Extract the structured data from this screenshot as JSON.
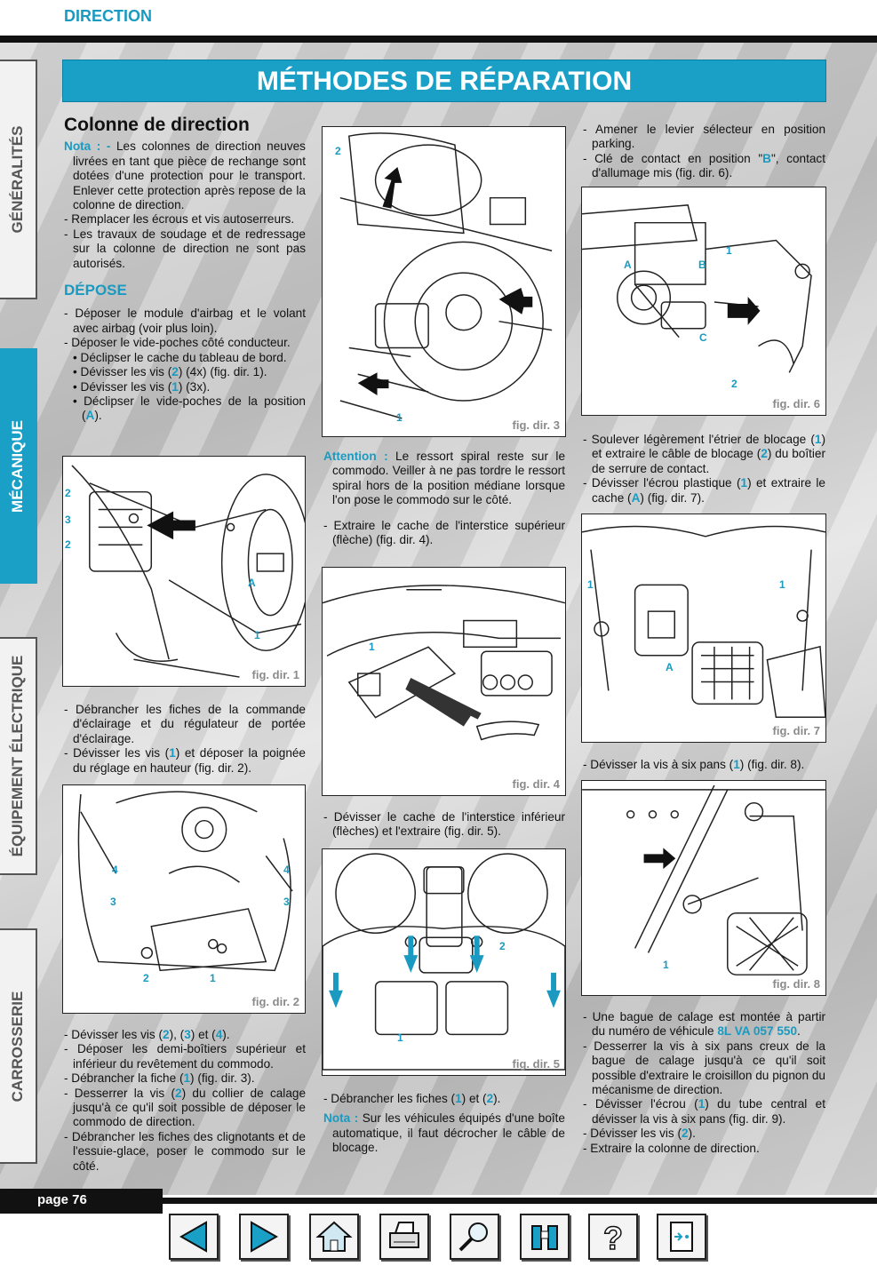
{
  "header": {
    "section": "DIRECTION",
    "title": "MÉTHODES DE RÉPARATION"
  },
  "sidetabs": [
    {
      "label": "GÉNÉRALITÉS"
    },
    {
      "label": "MÉCANIQUE"
    },
    {
      "label": "ÉQUIPEMENT ÉLECTRIQUE"
    },
    {
      "label": "CARROSSERIE"
    }
  ],
  "col1": {
    "heading": "Colonne de direction",
    "nota_label": "Nota : -",
    "nota_text": " Les colonnes de direction neuves livrées en tant que pièce de rechange sont dotées d'une protection pour le transport. Enlever cette protection après repose de la colonne de direction.",
    "items1": [
      "- Remplacer les écrous et vis autoserreurs.",
      "- Les travaux de soudage et de redressage sur la colonne de direction ne sont pas autorisés."
    ],
    "subheading": "DÉPOSE",
    "items2": [
      "- Déposer le module d'airbag et le volant avec airbag (voir plus loin).",
      "- Déposer le vide-poches côté conducteur."
    ],
    "bul1": "• Déclipser le cache du tableau de bord.",
    "bul2_pre": "• Dévisser les vis (",
    "bul2_n": "2",
    "bul2_post": ") (4x) (fig. dir. 1).",
    "bul3_pre": "• Dévisser les vis (",
    "bul3_n": "1",
    "bul3_post": ") (3x).",
    "bul4_pre": "• Déclipser le vide-poches de la position (",
    "bul4_n": "A",
    "bul4_post": ").",
    "items3_1": "- Débrancher les fiches de la commande d'éclairage et du régulateur de portée d'éclairage.",
    "items3_2_pre": "- Dévisser les vis (",
    "items3_2_n": "1",
    "items3_2_post": ") et déposer la poignée du réglage en hauteur (fig. dir. 2).",
    "items4_1_pre": "- Dévisser les vis (",
    "items4_1_a": "2",
    "items4_1_mid1": "), (",
    "items4_1_b": "3",
    "items4_1_mid2": ") et (",
    "items4_1_c": "4",
    "items4_1_post": ").",
    "items4_2": "- Déposer les demi-boîtiers supérieur et inférieur du revêtement du commodo.",
    "items4_3_pre": "- Débrancher la fiche (",
    "items4_3_n": "1",
    "items4_3_post": ") (fig. dir. 3).",
    "items4_4_pre": "- Desserrer la vis (",
    "items4_4_n": "2",
    "items4_4_post": ") du collier de calage jusqu'à ce qu'il soit possible de déposer le commodo de direction.",
    "items4_5": "- Débrancher les fiches des clignotants et de l'essuie-glace, poser le commodo sur le côté."
  },
  "col2": {
    "att_label": "Attention :",
    "att_text": " Le ressort spiral reste sur le commodo. Veiller à ne pas tordre le ressort spiral hors de la position médiane lorsque l'on pose le commodo sur le côté.",
    "item1": "- Extraire le cache de l'interstice supérieur (flèche) (fig. dir. 4).",
    "item2": "- Dévisser le cache de l'interstice inférieur (flèches) et l'extraire (fig. dir. 5).",
    "item3_pre": "- Débrancher les fiches (",
    "item3_a": "1",
    "item3_mid": ") et (",
    "item3_b": "2",
    "item3_post": ").",
    "nota_label": "Nota :",
    "nota_text": " Sur les véhicules équipés d'une boîte automatique, il faut décrocher le câble de blocage."
  },
  "col3": {
    "item1": "- Amener le levier sélecteur en position parking.",
    "item2_pre": "- Clé de contact en position \"",
    "item2_n": "B",
    "item2_post": "\", contact d'allumage mis (fig. dir. 6).",
    "item3_pre": "- Soulever légèrement l'étrier de blocage (",
    "item3_a": "1",
    "item3_mid": ") et extraire le câble de blocage (",
    "item3_b": "2",
    "item3_post": ") du boîtier de serrure de contact.",
    "item4_pre": "- Dévisser l'écrou plastique (",
    "item4_a": "1",
    "item4_mid": ") et extraire le cache (",
    "item4_b": "A",
    "item4_post": ") (fig. dir. 7).",
    "item5_pre": "- Dévisser la vis à six pans (",
    "item5_n": "1",
    "item5_post": ") (fig. dir. 8).",
    "item6_pre": "- Une bague de calage est montée à partir du numéro de véhicule ",
    "item6_n": "8L VA 057 550",
    "item6_post": ".",
    "item7": "- Desserrer la vis à six pans creux de la bague de calage jusqu'à ce qu'il soit possible d'extraire le croisillon du pignon du mécanisme de direction.",
    "item8_pre": "- Dévisser l'écrou (",
    "item8_n": "1",
    "item8_post": ") du tube central et dévisser la vis à six pans (fig. dir. 9).",
    "item9_pre": "- Dévisser les vis (",
    "item9_n": "2",
    "item9_post": ").",
    "item10": "- Extraire la colonne de direction."
  },
  "figures": {
    "fig1": {
      "caption": "fig. dir. 1",
      "labels": [
        "2",
        "3",
        "2",
        "A",
        "1"
      ]
    },
    "fig2": {
      "caption": "fig. dir. 2",
      "labels": [
        "4",
        "4",
        "3",
        "3",
        "2",
        "1"
      ]
    },
    "fig3": {
      "caption": "fig. dir. 3",
      "labels": [
        "2",
        "1"
      ]
    },
    "fig4": {
      "caption": "fig. dir. 4",
      "labels": [
        "1"
      ]
    },
    "fig5": {
      "caption": "fig. dir. 5",
      "labels": [
        "2",
        "1"
      ]
    },
    "fig6": {
      "caption": "fig. dir. 6",
      "labels": [
        "1",
        "A",
        "B",
        "C",
        "2"
      ]
    },
    "fig7": {
      "caption": "fig. dir. 7",
      "labels": [
        "1",
        "1",
        "A"
      ]
    },
    "fig8": {
      "caption": "fig. dir. 8",
      "labels": [
        "1"
      ]
    }
  },
  "footer": {
    "page": "page 76"
  },
  "nav": [
    {
      "icon": "arrow-left-icon"
    },
    {
      "icon": "arrow-right-icon"
    },
    {
      "icon": "home-icon"
    },
    {
      "icon": "printer-icon"
    },
    {
      "icon": "magnifier-icon"
    },
    {
      "icon": "binoculars-icon"
    },
    {
      "icon": "help-icon"
    },
    {
      "icon": "exit-icon"
    }
  ]
}
